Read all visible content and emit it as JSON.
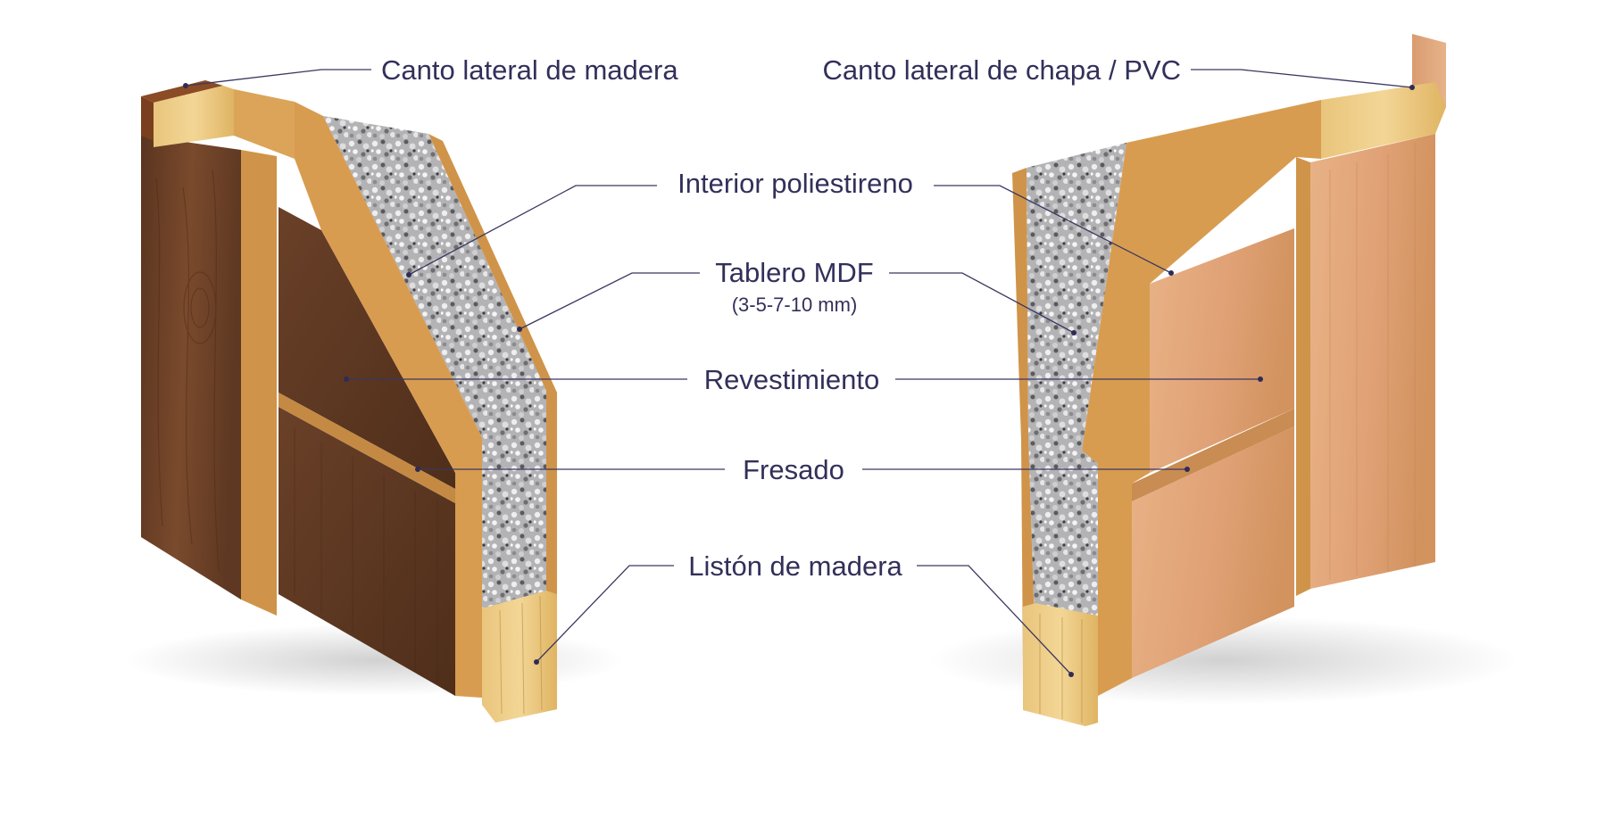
{
  "labels": {
    "canto_madera": "Canto lateral de madera",
    "canto_chapa": "Canto lateral de chapa / PVC",
    "interior": "Interior poliestireno",
    "tablero": "Tablero MDF",
    "tablero_sub": "(3-5-7-10 mm)",
    "revestimiento": "Revestimiento",
    "fresado": "Fresado",
    "liston": "Listón de madera"
  },
  "colors": {
    "text": "#32305a",
    "walnut": "#6b4126",
    "mdf": "#d39a4c",
    "pine": "#e8c47c",
    "foam": "#b9b9bb",
    "cherry": "#e0a57a"
  }
}
